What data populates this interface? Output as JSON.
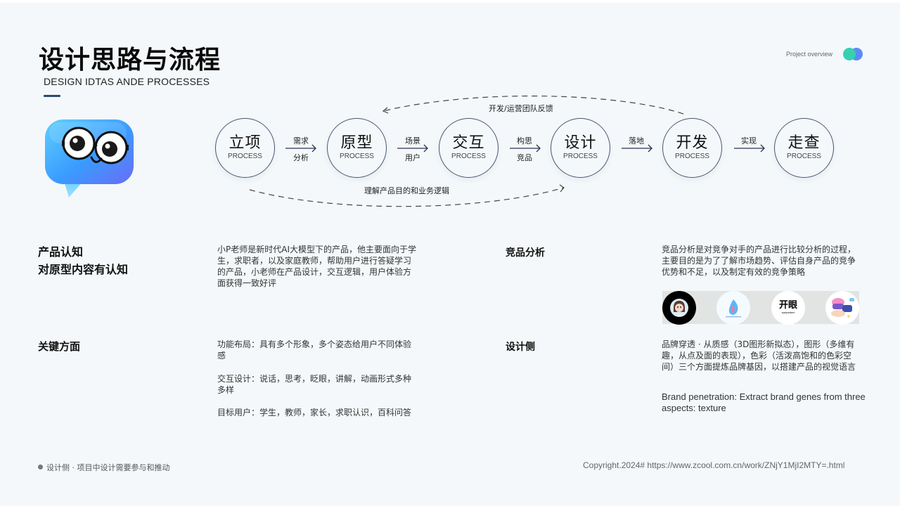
{
  "header": {
    "title": "设计思路与流程",
    "subtitle": "DESIGN IDTAS ANDE PROCESSES",
    "overview_label": "Project overview"
  },
  "colors": {
    "background": "#f4f8fa",
    "accent_bar": "#2d4a73",
    "dot_green": "#36d1b0",
    "dot_blue": "#5b8cf5",
    "node_border": "#4b5575"
  },
  "flow": {
    "nodes": [
      {
        "cn": "立项",
        "en": "PROCESS"
      },
      {
        "cn": "原型",
        "en": "PROCESS"
      },
      {
        "cn": "交互",
        "en": "PROCESS"
      },
      {
        "cn": "设计",
        "en": "PROCESS"
      },
      {
        "cn": "开发",
        "en": "PROCESS"
      },
      {
        "cn": "走查",
        "en": "PROCESS"
      }
    ],
    "arrows": [
      {
        "top": "需求",
        "bottom": "分析"
      },
      {
        "top": "场景",
        "bottom": "用户"
      },
      {
        "top": "构思",
        "bottom": "竞品"
      },
      {
        "top": "落地",
        "bottom": ""
      },
      {
        "top": "实现",
        "bottom": ""
      }
    ],
    "feedback_top": "开发/运营团队反馈",
    "feedback_bottom": "理解产品目的和业务逻辑"
  },
  "sections": {
    "product": {
      "heading_line1": "产品认知",
      "heading_line2": "对原型内容有认知",
      "body": "小P老师是新时代AI大模型下的产品，他主要面向于学生，求职者，以及家庭教师，帮助用户进行答疑学习的产品，小老师在产品设计，交互逻辑，用户体验方面获得一致好评"
    },
    "key": {
      "heading": "关键方面",
      "items": [
        "功能布局：具有多个形象，多个姿态给用户不同体验感",
        "交互设计：说话，思考，眨眼，讲解，动画形式多种多样",
        "目标用户：学生，教师，家长，求职认识，百科问答"
      ]
    },
    "competitor": {
      "heading": "竞品分析",
      "body": "竞品分析是对竞争对手的产品进行比较分析的过程，主要目的是为了了解市场趋势、评估自身产品的竞争优势和不足，以及制定有效的竞争策略",
      "logos": [
        {
          "name": "avatar-girl-logo",
          "text": ""
        },
        {
          "name": "blue-flame-logo",
          "text": ""
        },
        {
          "name": "kaiyan-logo",
          "text": "开眼",
          "sub": "eyepetizer"
        },
        {
          "name": "cartoon-characters-logo",
          "text": ""
        }
      ]
    },
    "design": {
      "heading": "设计侧",
      "body_cn": "品牌穿透 · 从质感（3D图形新拟态），图形（多维有趣，从点及面的表现），色彩（活泼高饱和的色彩空间）三个方面提炼品牌基因，以搭建产品的视觉语言",
      "body_en": "Brand penetration: Extract brand genes from three aspects: texture"
    }
  },
  "footer": {
    "left": "设计侧 · 项目中设计需要参与和推动",
    "right": "Copyright.2024# https://www.zcool.com.cn/work/ZNjY1MjI2MTY=.html"
  }
}
